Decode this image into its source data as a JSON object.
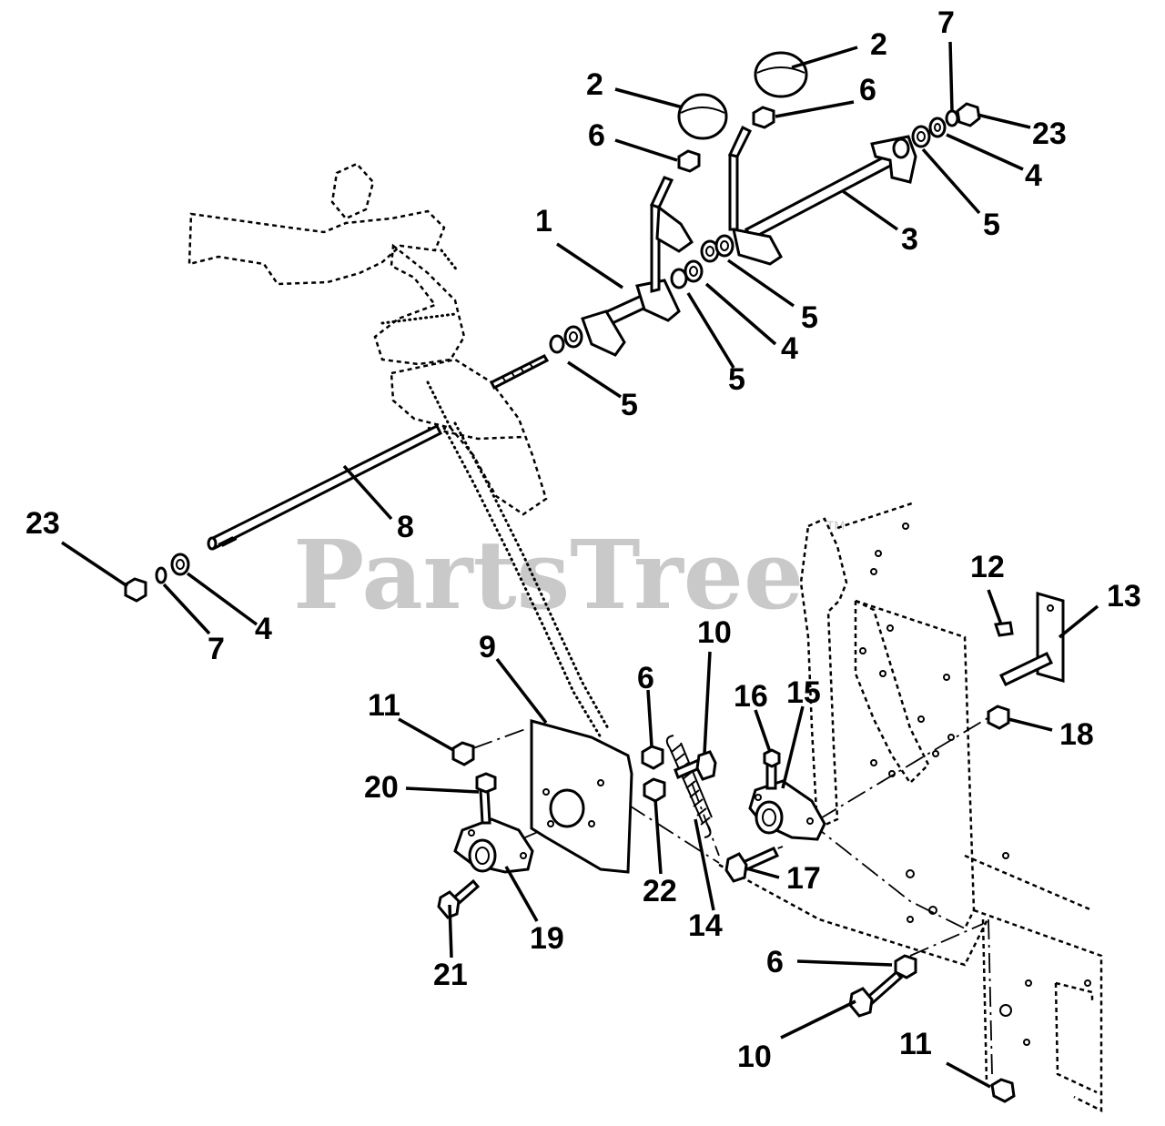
{
  "watermark": {
    "text": "PartsTree",
    "tm": "TM"
  },
  "callouts": [
    {
      "id": "c1",
      "label": "1"
    },
    {
      "id": "c2a",
      "label": "2"
    },
    {
      "id": "c2b",
      "label": "2"
    },
    {
      "id": "c3",
      "label": "3"
    },
    {
      "id": "c4a",
      "label": "4"
    },
    {
      "id": "c4b",
      "label": "4"
    },
    {
      "id": "c4c",
      "label": "4"
    },
    {
      "id": "c5a",
      "label": "5"
    },
    {
      "id": "c5b",
      "label": "5"
    },
    {
      "id": "c5c",
      "label": "5"
    },
    {
      "id": "c5d",
      "label": "5"
    },
    {
      "id": "c6a",
      "label": "6"
    },
    {
      "id": "c6b",
      "label": "6"
    },
    {
      "id": "c6c",
      "label": "6"
    },
    {
      "id": "c6d",
      "label": "6"
    },
    {
      "id": "c7a",
      "label": "7"
    },
    {
      "id": "c7b",
      "label": "7"
    },
    {
      "id": "c8",
      "label": "8"
    },
    {
      "id": "c9",
      "label": "9"
    },
    {
      "id": "c10a",
      "label": "10"
    },
    {
      "id": "c10b",
      "label": "10"
    },
    {
      "id": "c11a",
      "label": "11"
    },
    {
      "id": "c11b",
      "label": "11"
    },
    {
      "id": "c12",
      "label": "12"
    },
    {
      "id": "c13",
      "label": "13"
    },
    {
      "id": "c14",
      "label": "14"
    },
    {
      "id": "c15",
      "label": "15"
    },
    {
      "id": "c16",
      "label": "16"
    },
    {
      "id": "c17",
      "label": "17"
    },
    {
      "id": "c18",
      "label": "18"
    },
    {
      "id": "c19",
      "label": "19"
    },
    {
      "id": "c20",
      "label": "20"
    },
    {
      "id": "c21",
      "label": "21"
    },
    {
      "id": "c22",
      "label": "22"
    },
    {
      "id": "c23a",
      "label": "23"
    },
    {
      "id": "c23b",
      "label": "23"
    }
  ]
}
